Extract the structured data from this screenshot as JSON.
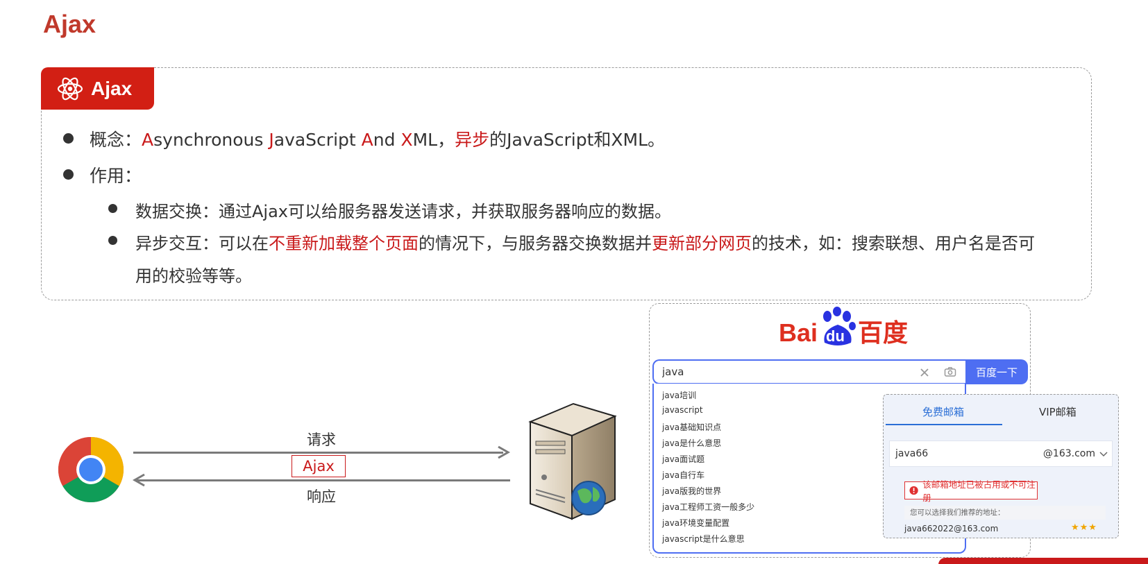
{
  "page": {
    "title": "Ajax"
  },
  "box": {
    "tag_label": "Ajax",
    "concept": {
      "prefix": "概念：",
      "a1": "A",
      "a1_rest": "synchronous ",
      "j1": "J",
      "j1_rest": "avaScript ",
      "a2": "A",
      "a2_rest": "nd ",
      "x1": "X",
      "x1_rest": "ML，",
      "async": "异步",
      "suffix": "的JavaScript和XML。"
    },
    "usage_label": "作用：",
    "data_exchange": "数据交换：通过Ajax可以给服务器发送请求，并获取服务器响应的数据。",
    "async_interaction": {
      "p1": "异步交互：可以在",
      "r1": "不重新加载整个页面",
      "p2": "的情况下，与服务器交换数据并",
      "r2": "更新部分网页",
      "p3": "的技术，如：搜索联想、用户名是否可",
      "line2": "用的校验等等。"
    }
  },
  "diagram": {
    "request_label": "请求",
    "ajax_label": "Ajax",
    "response_label": "响应"
  },
  "baidu": {
    "logo_bai": "Bai",
    "logo_du": "du",
    "logo_cn": "百度",
    "search_value": "java",
    "search_button": "百度一下",
    "suggestions": [
      "java培训",
      "javascript",
      "java基础知识点",
      "java是什么意思",
      "java面试题",
      "java自行车",
      "java版我的世界",
      "java工程师工资一般多少",
      "java环境变量配置",
      "javascript是什么意思"
    ]
  },
  "mail": {
    "tab_free": "免费邮箱",
    "tab_vip": "VIP邮箱",
    "username": "java66",
    "domain": "@163.com",
    "error": "该邮箱地址已被占用或不可注册",
    "hint": "您可以选择我们推荐的地址：",
    "suggestion": "java662022@163.com"
  },
  "colors": {
    "accent_red": "#c9191a",
    "baidu_blue": "#4e6ef2",
    "baidu_red": "#de2f1f"
  }
}
